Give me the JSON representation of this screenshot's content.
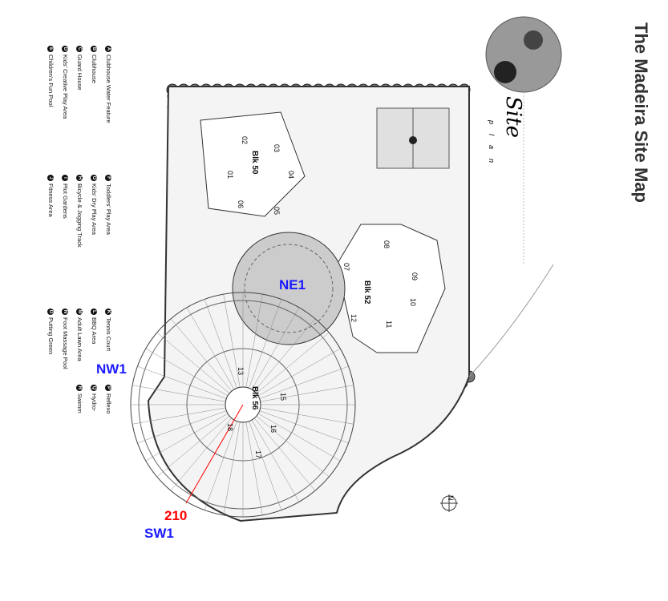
{
  "title": "The Madeira Site Map",
  "logo": {
    "script": "Site",
    "sub": "plan"
  },
  "legend": [
    {
      "key": "A",
      "label": "Clubhouse Water Feature"
    },
    {
      "key": "B",
      "label": "Clubhouse"
    },
    {
      "key": "C",
      "label": "Guard House"
    },
    {
      "key": "D",
      "label": "Kids' Creative Play Area"
    },
    {
      "key": "E",
      "label": "Children's Fun Pool"
    },
    {
      "key": "F",
      "label": "Toddlers' Play Area"
    },
    {
      "key": "G",
      "label": "Kids' Dry Play Area"
    },
    {
      "key": "H",
      "label": "Bicycle & Jogging Track"
    },
    {
      "key": "I",
      "label": "Plot Gardens"
    },
    {
      "key": "J",
      "label": "Fitness Area"
    },
    {
      "key": "K",
      "label": "Tennis Court"
    },
    {
      "key": "L",
      "label": "BBQ Area"
    },
    {
      "key": "M",
      "label": "Adult Lawn Area"
    },
    {
      "key": "N",
      "label": "Foot Massage Pool"
    },
    {
      "key": "O",
      "label": "Putting Green"
    },
    {
      "key": "P",
      "label": "Reflexo"
    },
    {
      "key": "Q",
      "label": "Hydro-"
    },
    {
      "key": "R",
      "label": "Swimm"
    }
  ],
  "markers": {
    "ne1": "NE1",
    "nw1": "NW1",
    "sw1": "SW1",
    "bearing": "210"
  },
  "blocks": {
    "b50": "Blk 50",
    "b52": "Blk 52",
    "b56": "Blk 56"
  },
  "units": [
    "01",
    "02",
    "03",
    "04",
    "05",
    "06",
    "07",
    "08",
    "09",
    "10",
    "11",
    "12",
    "13",
    "15",
    "16",
    "17",
    "18"
  ],
  "compass": {
    "north": "N"
  },
  "colors": {
    "marker": "#1a1aff",
    "bearing": "#ff0000"
  }
}
